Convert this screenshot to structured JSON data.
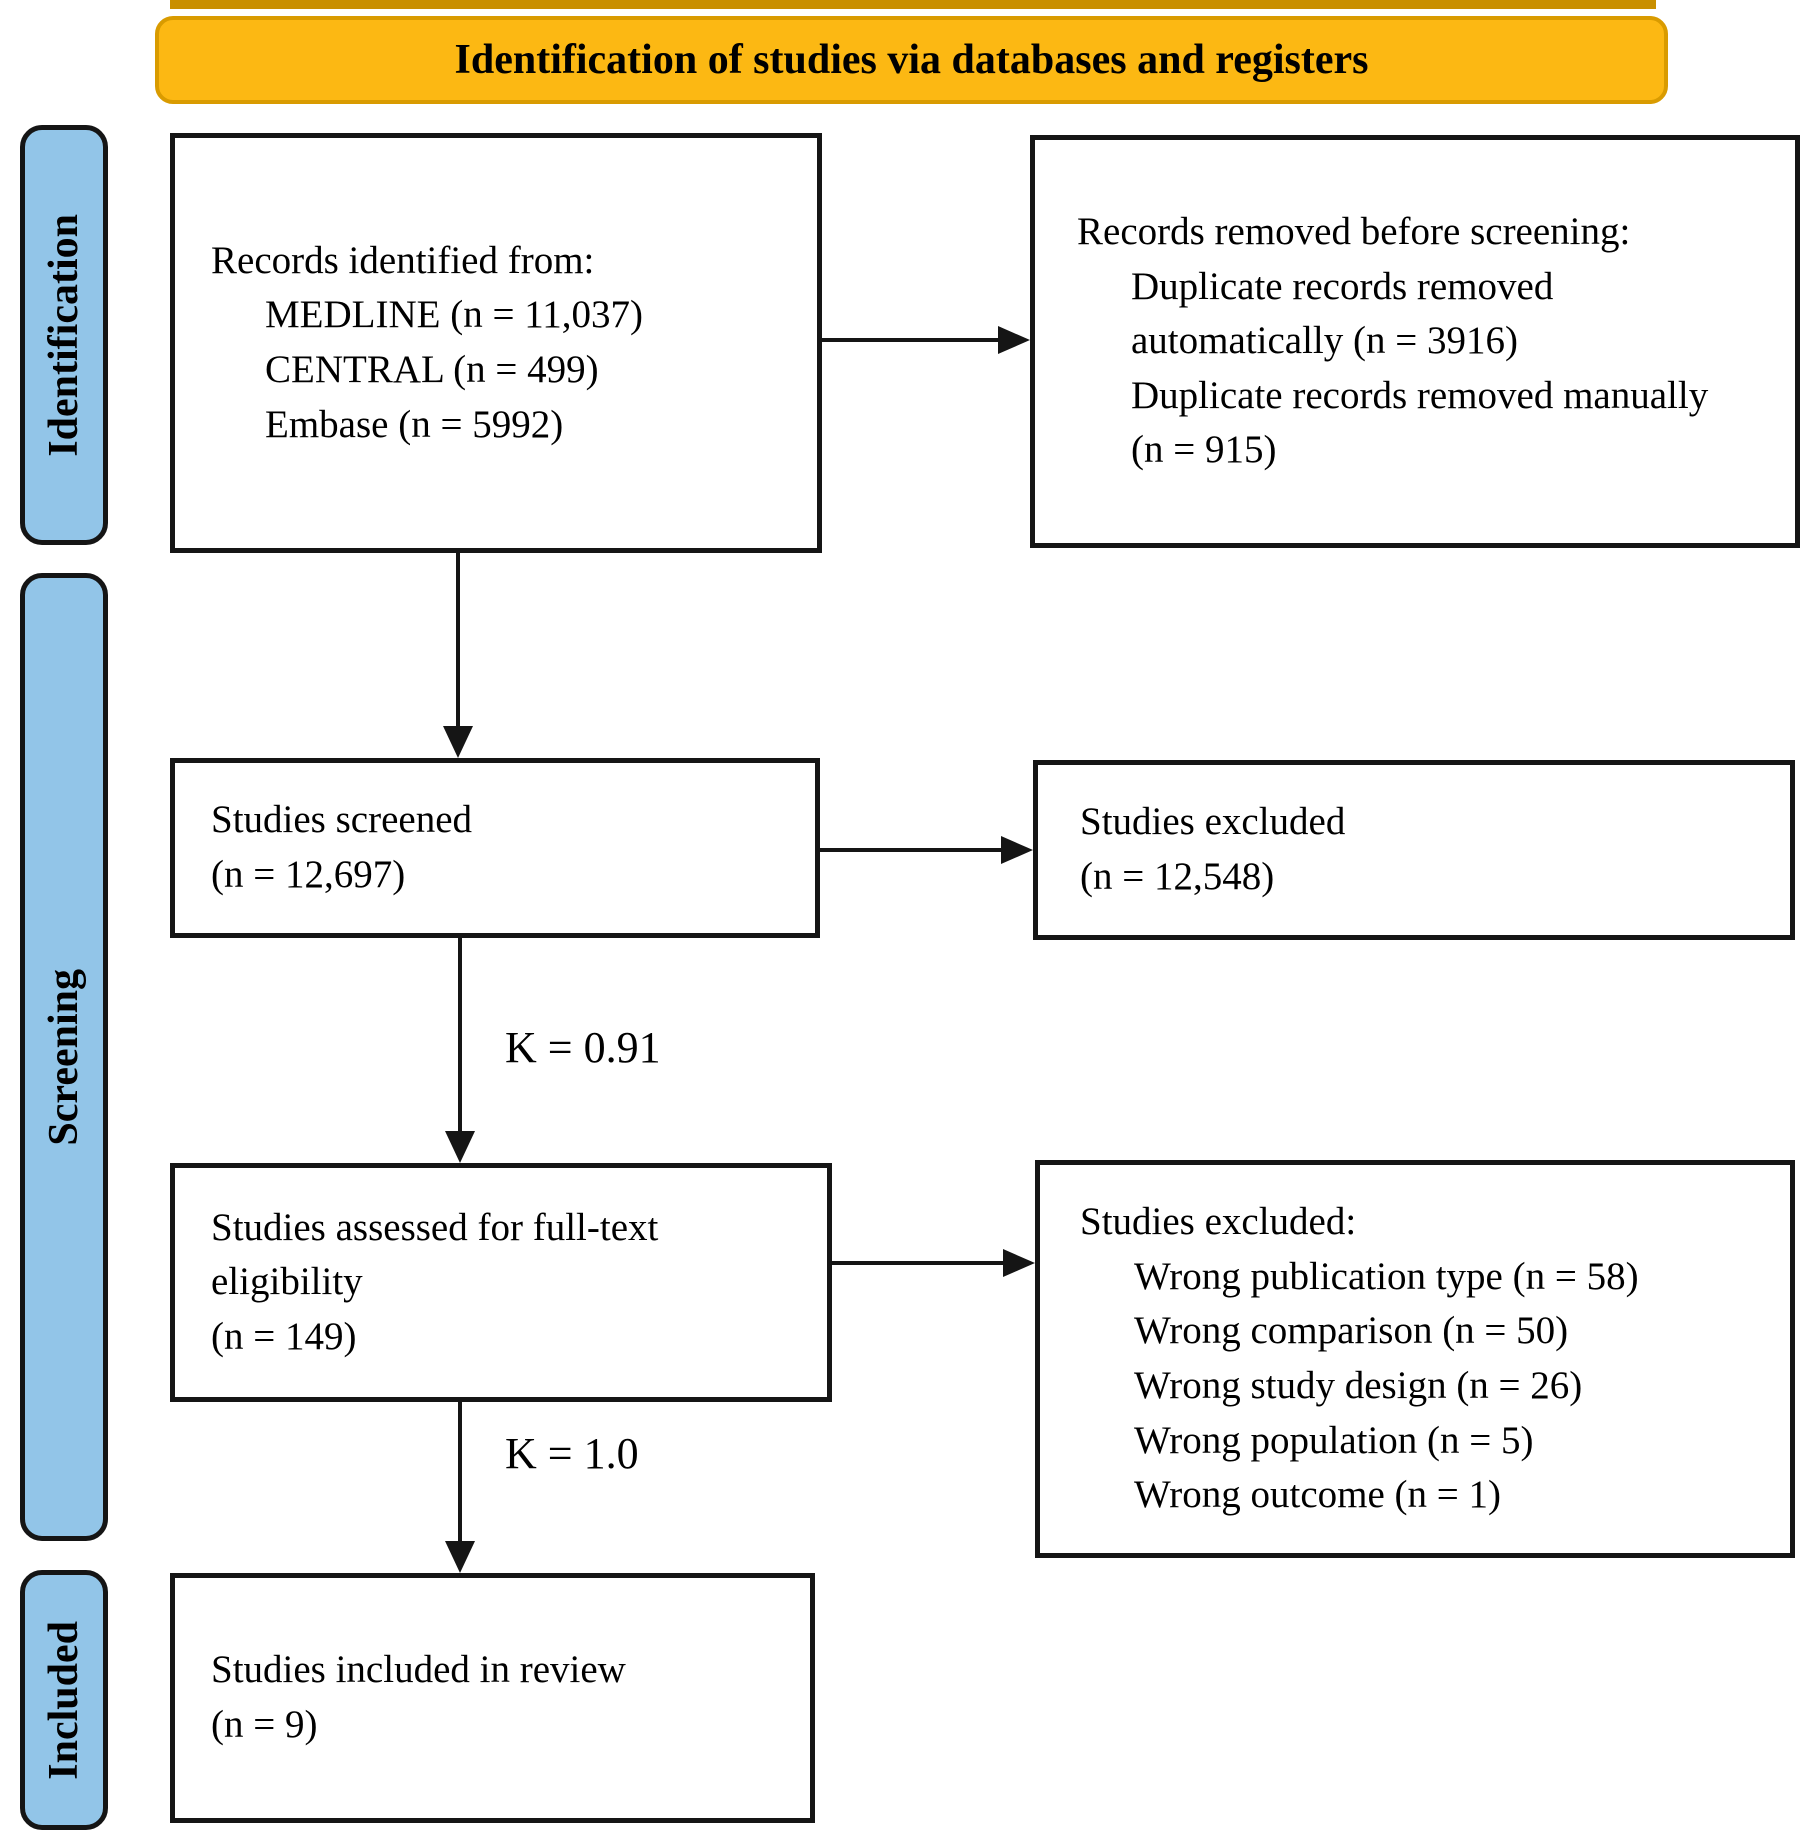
{
  "header": {
    "title": "Identification of studies via databases and registers"
  },
  "stages": {
    "identification": "Identification",
    "screening": "Screening",
    "included": "Included"
  },
  "boxes": {
    "records_identified": {
      "intro": "Records identified from:",
      "items": [
        "MEDLINE (n = 11,037)",
        "CENTRAL (n = 499)",
        "Embase (n = 5992)"
      ]
    },
    "records_removed": {
      "intro": "Records removed before screening:",
      "items": [
        "Duplicate records removed automatically (n = 3916)",
        "Duplicate records removed manually (n = 915)"
      ]
    },
    "studies_screened": {
      "lines": [
        "Studies screened",
        "(n = 12,697)"
      ]
    },
    "studies_excluded_screening": {
      "lines": [
        "Studies excluded",
        "(n = 12,548)"
      ]
    },
    "studies_assessed": {
      "lines": [
        "Studies assessed for full-text",
        "eligibility",
        "(n = 149)"
      ]
    },
    "studies_excluded_fulltext": {
      "intro": "Studies excluded:",
      "items": [
        "Wrong publication type (n = 58)",
        "Wrong comparison (n = 50)",
        "Wrong study design (n = 26)",
        "Wrong population (n = 5)",
        "Wrong outcome (n = 1)"
      ]
    },
    "studies_included": {
      "lines": [
        "Studies included in review",
        "(n = 9)"
      ]
    }
  },
  "annotations": {
    "kappa_screening": "K = 0.91",
    "kappa_fulltext": "K = 1.0"
  },
  "colors": {
    "header_fill": "#FCB813",
    "header_border": "#D99B00",
    "top_strip": "#C98F00",
    "stage_fill": "#92C5E8",
    "outline": "#151515"
  }
}
